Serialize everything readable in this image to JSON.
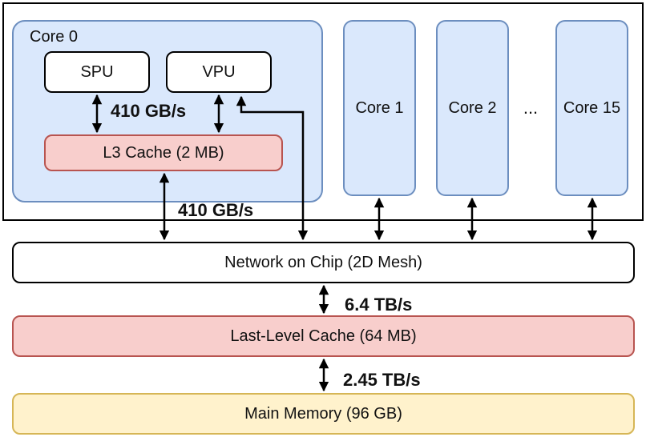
{
  "chip": {
    "core0": {
      "title": "Core 0",
      "spu_label": "SPU",
      "vpu_label": "VPU",
      "l3_label": "L3 Cache (2 MB)",
      "internal_bandwidth": "410 GB/s"
    },
    "cores": [
      {
        "label": "Core 1"
      },
      {
        "label": "Core 2"
      },
      {
        "label": "Core 15"
      }
    ],
    "ellipsis": "...",
    "l3_to_noc_bandwidth": "410 GB/s"
  },
  "noc": {
    "label": "Network on Chip (2D Mesh)"
  },
  "noc_to_llc_bandwidth": "6.4 TB/s",
  "llc": {
    "label": "Last-Level Cache (64 MB)"
  },
  "llc_to_memory_bandwidth": "2.45 TB/s",
  "memory": {
    "label": "Main Memory (96 GB)"
  },
  "colors": {
    "core_fill": "#dae8fc",
    "core_border": "#6c8ebf",
    "cache_fill": "#f8cecc",
    "cache_border": "#b85450",
    "memory_fill": "#fff2cc",
    "memory_border": "#d6b656"
  }
}
